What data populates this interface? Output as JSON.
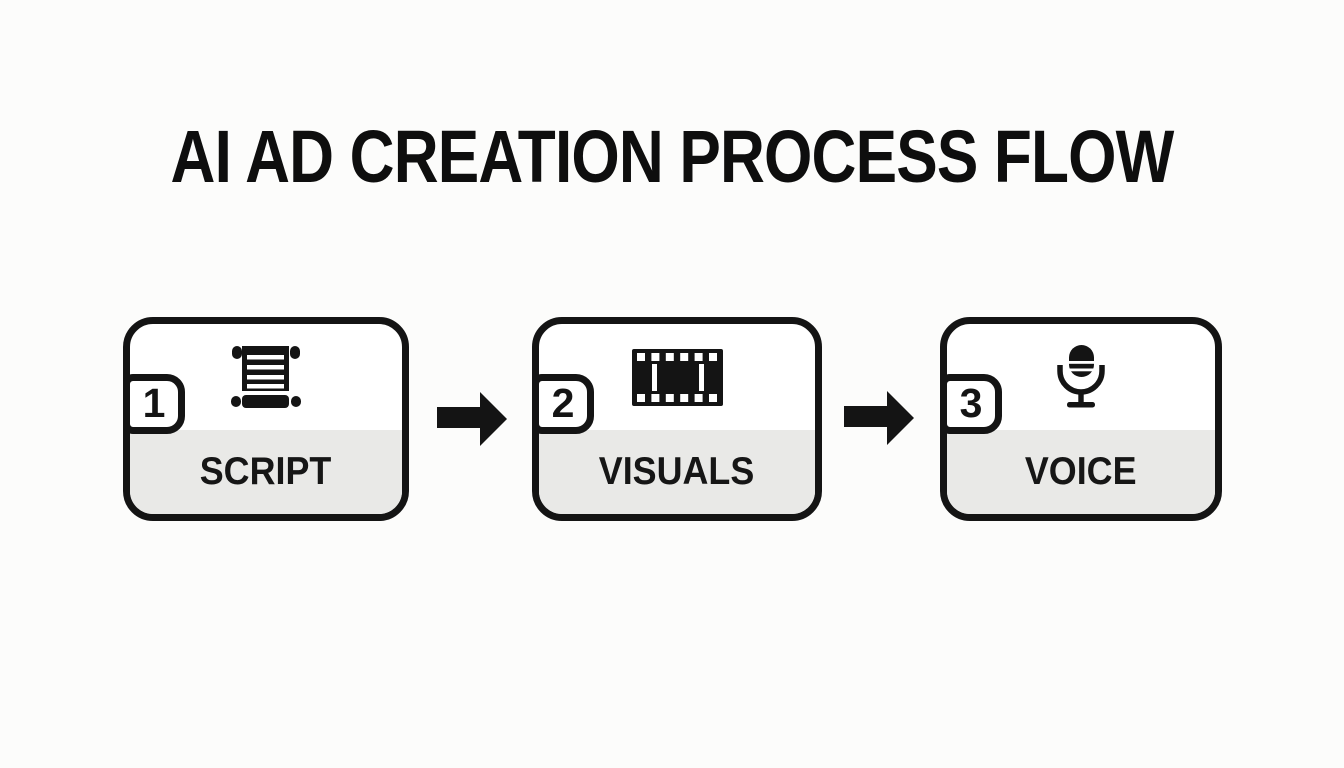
{
  "title": "AI AD CREATION PROCESS FLOW",
  "steps": [
    {
      "number": "1",
      "label": "SCRIPT",
      "icon": "scroll-icon"
    },
    {
      "number": "2",
      "label": "VISUALS",
      "icon": "film-strip-icon"
    },
    {
      "number": "3",
      "label": "VOICE",
      "icon": "microphone-icon"
    }
  ],
  "connectors": [
    {
      "icon": "arrow-right-icon"
    },
    {
      "icon": "arrow-right-icon"
    }
  ],
  "colors": {
    "background": "#fcfcfb",
    "card_fill": "#ffffff",
    "card_border": "#141414",
    "label_band_fill": "#e9e9e7",
    "text": "#111111"
  }
}
